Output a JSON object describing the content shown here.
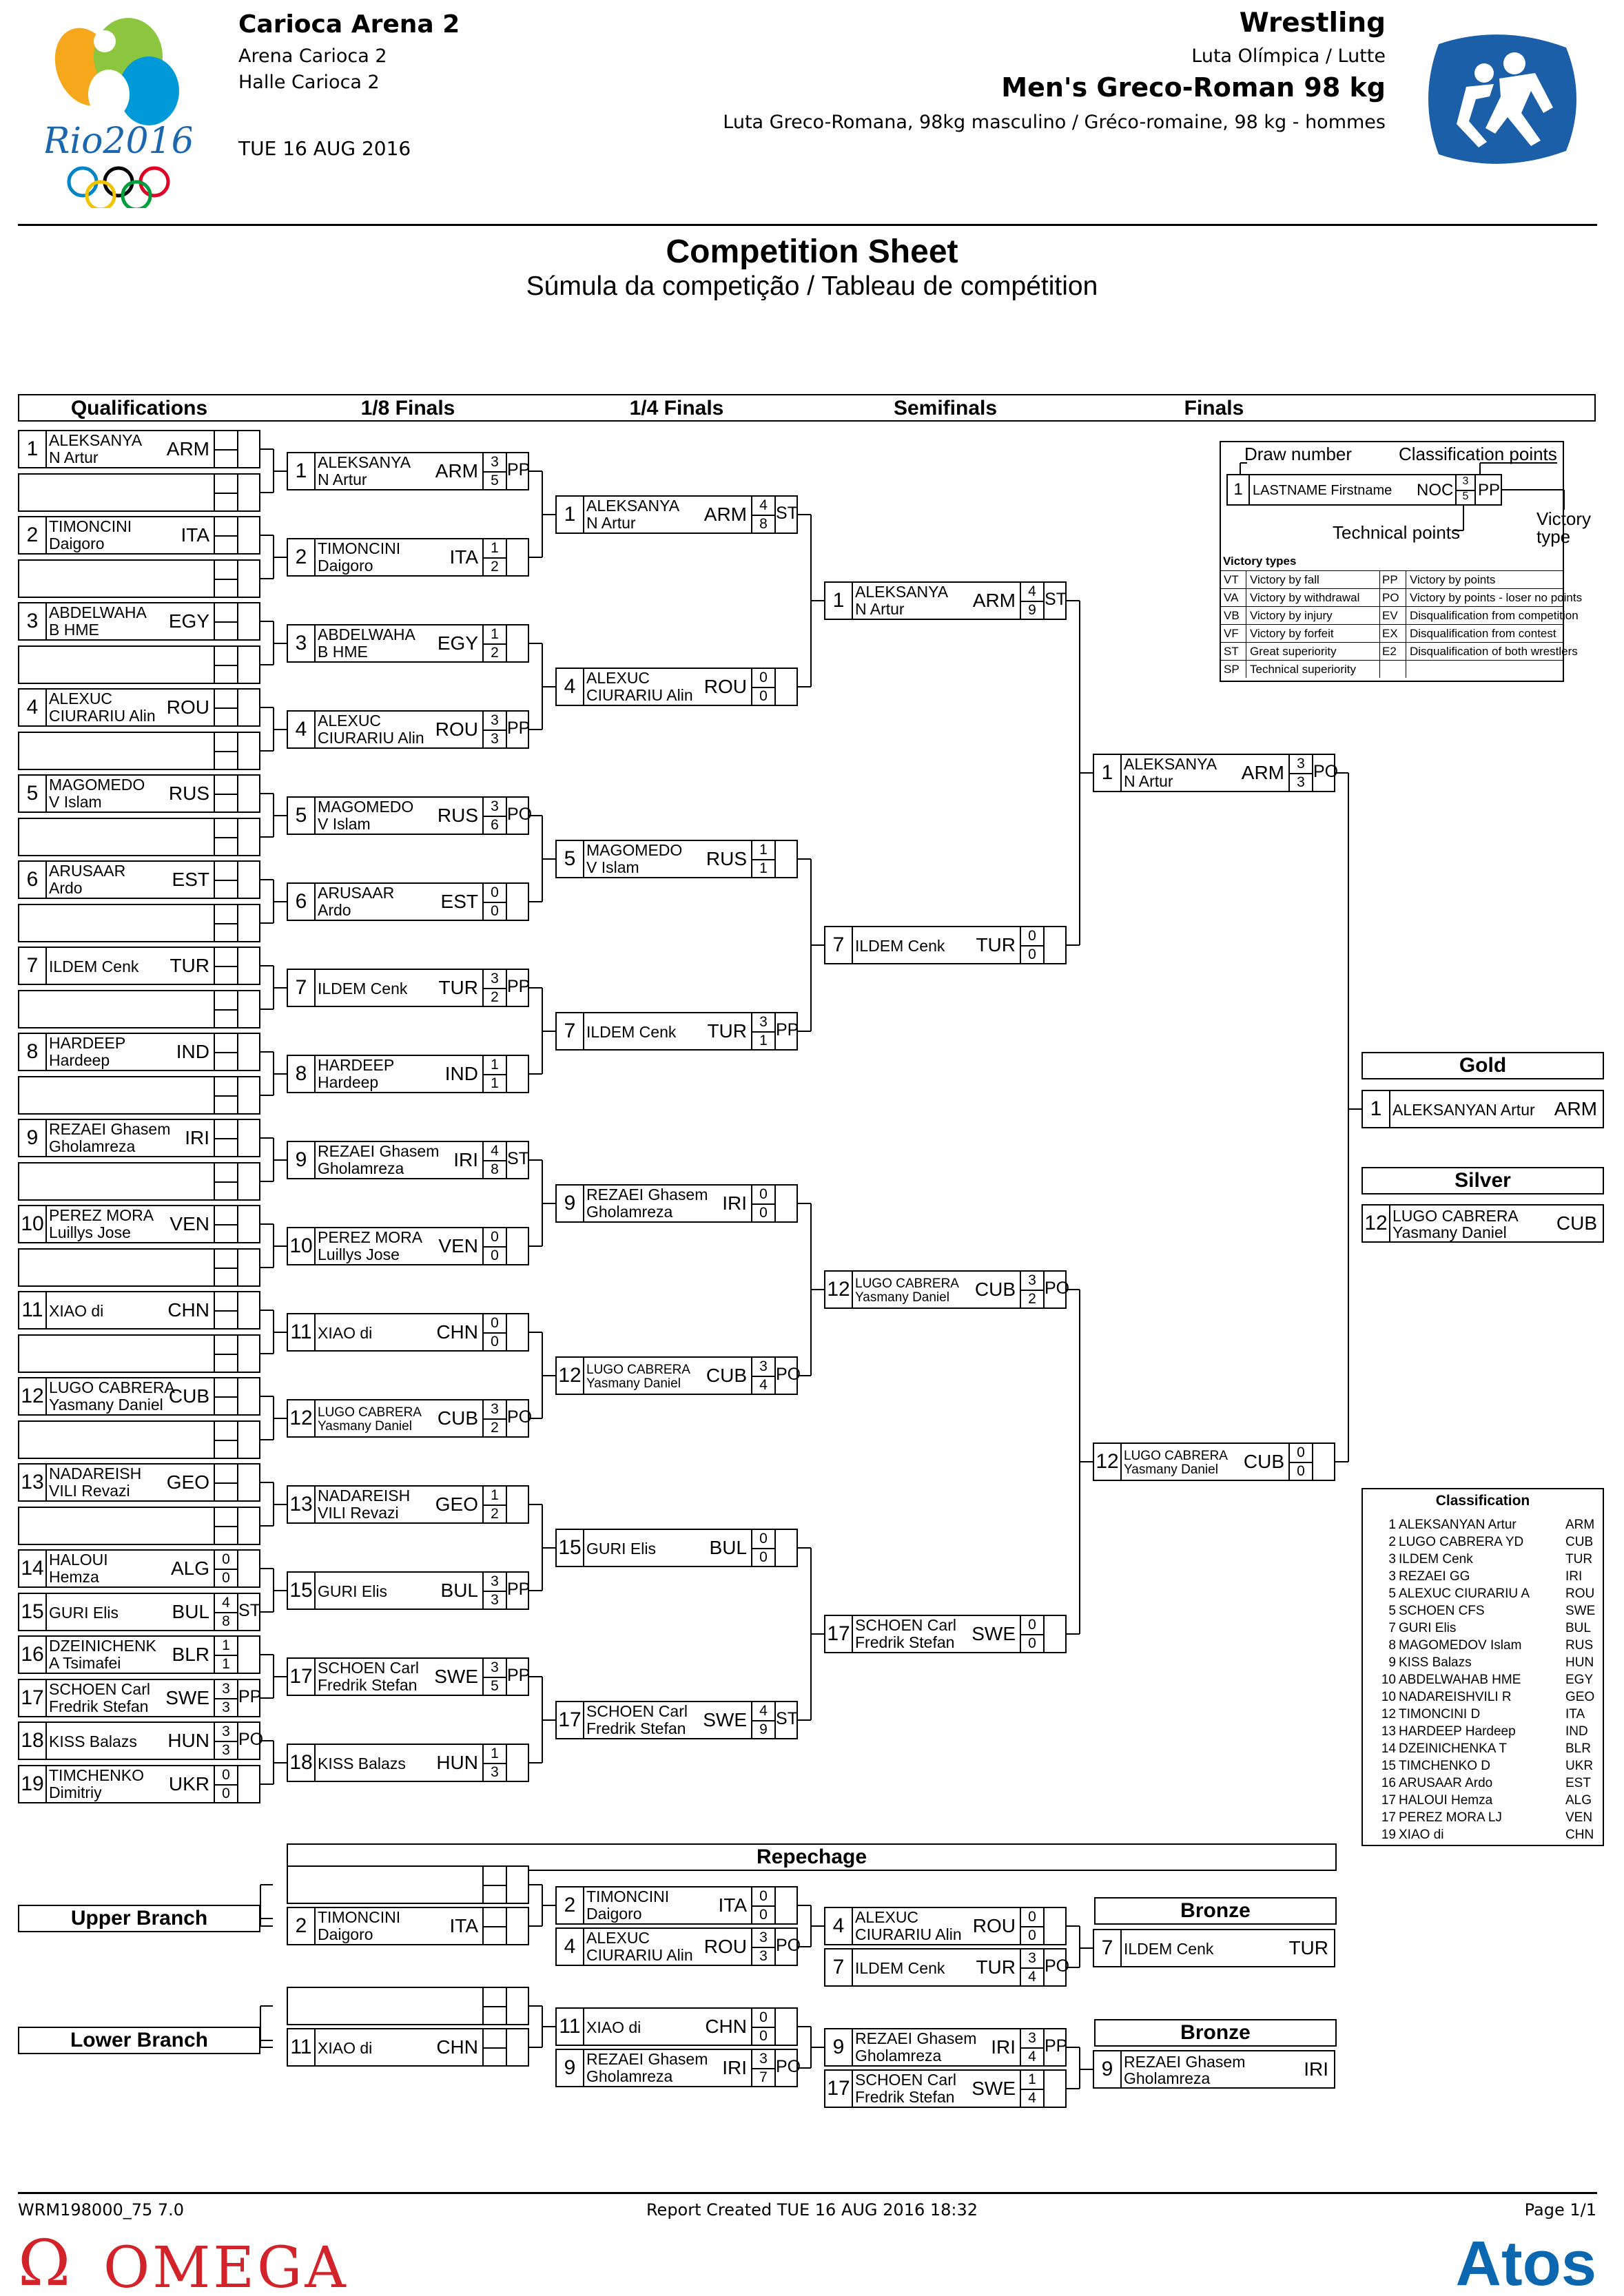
{
  "header": {
    "venue": "Carioca Arena 2",
    "venue_pt": "Arena Carioca 2",
    "venue_fr": "Halle Carioca 2",
    "date": "TUE 16 AUG 2016",
    "sport": "Wrestling",
    "sport_alt": "Luta Olímpica / Lutte",
    "event": "Men's Greco-Roman 98 kg",
    "event_alt": "Luta Greco-Romana, 98kg masculino / Gréco-romaine, 98 kg - hommes",
    "logo_text": "Rio2016"
  },
  "title": "Competition Sheet",
  "subtitle": "Súmula da competição / Tableau de compétition",
  "rounds": [
    "Qualifications",
    "1/8 Finals",
    "1/4 Finals",
    "Semifinals",
    "Finals"
  ],
  "qualifications": [
    {
      "num": "1",
      "l1": "ALEKSANYA",
      "l2": "N Artur",
      "noc": "ARM"
    },
    {
      "blank": true
    },
    {
      "num": "2",
      "l1": "TIMONCINI",
      "l2": "Daigoro",
      "noc": "ITA"
    },
    {
      "blank": true
    },
    {
      "num": "3",
      "l1": "ABDELWAHA",
      "l2": "B HME",
      "noc": "EGY"
    },
    {
      "blank": true
    },
    {
      "num": "4",
      "l1": "ALEXUC",
      "l2": "CIURARIU Alin",
      "noc": "ROU"
    },
    {
      "blank": true
    },
    {
      "num": "5",
      "l1": "MAGOMEDO",
      "l2": "V Islam",
      "noc": "RUS"
    },
    {
      "blank": true
    },
    {
      "num": "6",
      "l1": "ARUSAAR",
      "l2": "Ardo",
      "noc": "EST"
    },
    {
      "blank": true
    },
    {
      "num": "7",
      "l1": "ILDEM Cenk",
      "l2": "",
      "noc": "TUR"
    },
    {
      "blank": true
    },
    {
      "num": "8",
      "l1": "HARDEEP",
      "l2": "Hardeep",
      "noc": "IND"
    },
    {
      "blank": true
    },
    {
      "num": "9",
      "l1": "REZAEI Ghasem",
      "l2": "Gholamreza",
      "noc": "IRI"
    },
    {
      "blank": true
    },
    {
      "num": "10",
      "l1": "PEREZ MORA",
      "l2": "Luillys Jose",
      "noc": "VEN"
    },
    {
      "blank": true
    },
    {
      "num": "11",
      "l1": "XIAO di",
      "l2": "",
      "noc": "CHN"
    },
    {
      "blank": true
    },
    {
      "num": "12",
      "l1": "LUGO CABRERA",
      "l2": "Yasmany Daniel",
      "noc": "CUB"
    },
    {
      "blank": true
    },
    {
      "num": "13",
      "l1": "NADAREISH",
      "l2": "VILI Revazi",
      "noc": "GEO"
    },
    {
      "blank": true
    },
    {
      "num": "14",
      "l1": "HALOUI",
      "l2": "Hemza",
      "noc": "ALG",
      "s1": "0",
      "s2": "0",
      "vt": ""
    },
    {
      "num": "15",
      "l1": "GURI Elis",
      "l2": "",
      "noc": "BUL",
      "s1": "4",
      "s2": "8",
      "vt": "ST"
    },
    {
      "num": "16",
      "l1": "DZEINICHENK",
      "l2": "A Tsimafei",
      "noc": "BLR",
      "s1": "1",
      "s2": "1",
      "vt": ""
    },
    {
      "num": "17",
      "l1": "SCHOEN Carl",
      "l2": "Fredrik Stefan",
      "noc": "SWE",
      "s1": "3",
      "s2": "3",
      "vt": "PP"
    },
    {
      "num": "18",
      "l1": "KISS Balazs",
      "l2": "",
      "noc": "HUN",
      "s1": "3",
      "s2": "3",
      "vt": "PO"
    },
    {
      "num": "19",
      "l1": "TIMCHENKO",
      "l2": "Dimitriy",
      "noc": "UKR",
      "s1": "0",
      "s2": "0",
      "vt": ""
    }
  ],
  "eighth": [
    {
      "num": "1",
      "l1": "ALEKSANYA",
      "l2": "N Artur",
      "noc": "ARM",
      "s1": "3",
      "s2": "5",
      "vt": "PP"
    },
    {
      "num": "2",
      "l1": "TIMONCINI",
      "l2": "Daigoro",
      "noc": "ITA",
      "s1": "1",
      "s2": "2",
      "vt": ""
    },
    {
      "num": "3",
      "l1": "ABDELWAHA",
      "l2": "B HME",
      "noc": "EGY",
      "s1": "1",
      "s2": "2",
      "vt": ""
    },
    {
      "num": "4",
      "l1": "ALEXUC",
      "l2": "CIURARIU Alin",
      "noc": "ROU",
      "s1": "3",
      "s2": "3",
      "vt": "PP"
    },
    {
      "num": "5",
      "l1": "MAGOMEDO",
      "l2": "V Islam",
      "noc": "RUS",
      "s1": "3",
      "s2": "6",
      "vt": "PO"
    },
    {
      "num": "6",
      "l1": "ARUSAAR",
      "l2": "Ardo",
      "noc": "EST",
      "s1": "0",
      "s2": "0",
      "vt": ""
    },
    {
      "num": "7",
      "l1": "ILDEM Cenk",
      "l2": "",
      "noc": "TUR",
      "s1": "3",
      "s2": "2",
      "vt": "PP"
    },
    {
      "num": "8",
      "l1": "HARDEEP",
      "l2": "Hardeep",
      "noc": "IND",
      "s1": "1",
      "s2": "1",
      "vt": ""
    },
    {
      "num": "9",
      "l1": "REZAEI Ghasem",
      "l2": "Gholamreza",
      "noc": "IRI",
      "s1": "4",
      "s2": "8",
      "vt": "ST"
    },
    {
      "num": "10",
      "l1": "PEREZ MORA",
      "l2": "Luillys Jose",
      "noc": "VEN",
      "s1": "0",
      "s2": "0",
      "vt": ""
    },
    {
      "num": "11",
      "l1": "XIAO di",
      "l2": "",
      "noc": "CHN",
      "s1": "0",
      "s2": "0",
      "vt": ""
    },
    {
      "num": "12",
      "l1": "LUGO CABRERA",
      "l2": "Yasmany Daniel",
      "noc": "CUB",
      "s1": "3",
      "s2": "2",
      "vt": "PO",
      "small": true
    },
    {
      "num": "13",
      "l1": "NADAREISH",
      "l2": "VILI Revazi",
      "noc": "GEO",
      "s1": "1",
      "s2": "2",
      "vt": ""
    },
    {
      "num": "15",
      "l1": "GURI Elis",
      "l2": "",
      "noc": "BUL",
      "s1": "3",
      "s2": "3",
      "vt": "PP"
    },
    {
      "num": "17",
      "l1": "SCHOEN Carl",
      "l2": "Fredrik Stefan",
      "noc": "SWE",
      "s1": "3",
      "s2": "5",
      "vt": "PP"
    },
    {
      "num": "18",
      "l1": "KISS Balazs",
      "l2": "",
      "noc": "HUN",
      "s1": "1",
      "s2": "3",
      "vt": ""
    }
  ],
  "quarter": [
    {
      "num": "1",
      "l1": "ALEKSANYA",
      "l2": "N Artur",
      "noc": "ARM",
      "s1": "4",
      "s2": "8",
      "vt": "ST"
    },
    {
      "num": "4",
      "l1": "ALEXUC",
      "l2": "CIURARIU Alin",
      "noc": "ROU",
      "s1": "0",
      "s2": "0",
      "vt": ""
    },
    {
      "num": "5",
      "l1": "MAGOMEDO",
      "l2": "V Islam",
      "noc": "RUS",
      "s1": "1",
      "s2": "1",
      "vt": ""
    },
    {
      "num": "7",
      "l1": "ILDEM Cenk",
      "l2": "",
      "noc": "TUR",
      "s1": "3",
      "s2": "1",
      "vt": "PP"
    },
    {
      "num": "9",
      "l1": "REZAEI Ghasem",
      "l2": "Gholamreza",
      "noc": "IRI",
      "s1": "0",
      "s2": "0",
      "vt": ""
    },
    {
      "num": "12",
      "l1": "LUGO CABRERA",
      "l2": "Yasmany Daniel",
      "noc": "CUB",
      "s1": "3",
      "s2": "4",
      "vt": "PO",
      "small": true
    },
    {
      "num": "15",
      "l1": "GURI Elis",
      "l2": "",
      "noc": "BUL",
      "s1": "0",
      "s2": "0",
      "vt": ""
    },
    {
      "num": "17",
      "l1": "SCHOEN Carl",
      "l2": "Fredrik Stefan",
      "noc": "SWE",
      "s1": "4",
      "s2": "9",
      "vt": "ST"
    }
  ],
  "semi": [
    {
      "num": "1",
      "l1": "ALEKSANYA",
      "l2": "N Artur",
      "noc": "ARM",
      "s1": "4",
      "s2": "9",
      "vt": "ST"
    },
    {
      "num": "7",
      "l1": "ILDEM Cenk",
      "l2": "",
      "noc": "TUR",
      "s1": "0",
      "s2": "0",
      "vt": ""
    },
    {
      "num": "12",
      "l1": "LUGO CABRERA",
      "l2": "Yasmany Daniel",
      "noc": "CUB",
      "s1": "3",
      "s2": "2",
      "vt": "PO",
      "small": true
    },
    {
      "num": "17",
      "l1": "SCHOEN Carl",
      "l2": "Fredrik Stefan",
      "noc": "SWE",
      "s1": "0",
      "s2": "0",
      "vt": ""
    }
  ],
  "final": [
    {
      "num": "1",
      "l1": "ALEKSANYA",
      "l2": "N Artur",
      "noc": "ARM",
      "s1": "3",
      "s2": "3",
      "vt": "PO"
    },
    {
      "num": "12",
      "l1": "LUGO CABRERA",
      "l2": "Yasmany Daniel",
      "noc": "CUB",
      "s1": "0",
      "s2": "0",
      "vt": "",
      "small": true
    }
  ],
  "medals": {
    "gold_label": "Gold",
    "gold": {
      "num": "1",
      "name": "ALEKSANYAN Artur",
      "noc": "ARM"
    },
    "silver_label": "Silver",
    "silver": {
      "num": "12",
      "l1": "LUGO CABRERA",
      "l2": "Yasmany Daniel",
      "noc": "CUB"
    }
  },
  "legend": {
    "draw_number": "Draw number",
    "classification_points": "Classification points",
    "example": {
      "num": "1",
      "name": "LASTNAME Firstname",
      "noc": "NOC",
      "s1": "3",
      "s2": "5",
      "vt": "PP"
    },
    "technical_points": "Technical points",
    "victory_type_l1": "Victory",
    "victory_type_l2": "type",
    "victory_types_title": "Victory types",
    "rows": [
      [
        "VT",
        "Victory by fall",
        "PP",
        "Victory by points"
      ],
      [
        "VA",
        "Victory by withdrawal",
        "PO",
        "Victory by points - loser no points"
      ],
      [
        "VB",
        "Victory by injury",
        "EV",
        "Disqualification from competition"
      ],
      [
        "VF",
        "Victory by forfeit",
        "EX",
        "Disqualification from contest"
      ],
      [
        "ST",
        "Great superiority",
        "E2",
        "Disqualification of both wrestlers"
      ],
      [
        "SP",
        "Technical superiority",
        "",
        ""
      ]
    ]
  },
  "classification": {
    "title": "Classification",
    "rows": [
      {
        "rank": "1",
        "name": "ALEKSANYAN Artur",
        "noc": "ARM"
      },
      {
        "rank": "2",
        "name": "LUGO CABRERA YD",
        "noc": "CUB"
      },
      {
        "rank": "3",
        "name": "ILDEM Cenk",
        "noc": "TUR"
      },
      {
        "rank": "3",
        "name": "REZAEI GG",
        "noc": "IRI"
      },
      {
        "rank": "5",
        "name": "ALEXUC CIURARIU A",
        "noc": "ROU"
      },
      {
        "rank": "5",
        "name": "SCHOEN CFS",
        "noc": "SWE"
      },
      {
        "rank": "7",
        "name": "GURI Elis",
        "noc": "BUL"
      },
      {
        "rank": "8",
        "name": "MAGOMEDOV Islam",
        "noc": "RUS"
      },
      {
        "rank": "9",
        "name": "KISS Balazs",
        "noc": "HUN"
      },
      {
        "rank": "10",
        "name": "ABDELWAHAB HME",
        "noc": "EGY"
      },
      {
        "rank": "10",
        "name": "NADAREISHVILI R",
        "noc": "GEO"
      },
      {
        "rank": "12",
        "name": "TIMONCINI D",
        "noc": "ITA"
      },
      {
        "rank": "13",
        "name": "HARDEEP Hardeep",
        "noc": "IND"
      },
      {
        "rank": "14",
        "name": "DZEINICHENKA T",
        "noc": "BLR"
      },
      {
        "rank": "15",
        "name": "TIMCHENKO D",
        "noc": "UKR"
      },
      {
        "rank": "16",
        "name": "ARUSAAR Ardo",
        "noc": "EST"
      },
      {
        "rank": "17",
        "name": "HALOUI Hemza",
        "noc": "ALG"
      },
      {
        "rank": "17",
        "name": "PEREZ MORA LJ",
        "noc": "VEN"
      },
      {
        "rank": "19",
        "name": "XIAO di",
        "noc": "CHN"
      }
    ]
  },
  "repechage": {
    "title": "Repechage",
    "upper_label": "Upper Branch",
    "lower_label": "Lower Branch",
    "bronze_label": "Bronze",
    "upper_r1": [
      {
        "blank": true
      },
      {
        "num": "2",
        "l1": "TIMONCINI",
        "l2": "Daigoro",
        "noc": "ITA"
      }
    ],
    "upper_r2": [
      {
        "num": "2",
        "l1": "TIMONCINI",
        "l2": "Daigoro",
        "noc": "ITA",
        "s1": "0",
        "s2": "0",
        "vt": ""
      },
      {
        "num": "4",
        "l1": "ALEXUC",
        "l2": "CIURARIU Alin",
        "noc": "ROU",
        "s1": "3",
        "s2": "3",
        "vt": "PO"
      }
    ],
    "upper_r3": [
      {
        "num": "4",
        "l1": "ALEXUC",
        "l2": "CIURARIU Alin",
        "noc": "ROU",
        "s1": "0",
        "s2": "0",
        "vt": ""
      },
      {
        "num": "7",
        "l1": "ILDEM Cenk",
        "l2": "",
        "noc": "TUR",
        "s1": "3",
        "s2": "4",
        "vt": "PO"
      }
    ],
    "upper_bronze": {
      "num": "7",
      "l1": "ILDEM Cenk",
      "l2": "",
      "noc": "TUR"
    },
    "lower_r1": [
      {
        "blank": true
      },
      {
        "num": "11",
        "l1": "XIAO di",
        "l2": "",
        "noc": "CHN"
      }
    ],
    "lower_r2": [
      {
        "num": "11",
        "l1": "XIAO di",
        "l2": "",
        "noc": "CHN",
        "s1": "0",
        "s2": "0",
        "vt": ""
      },
      {
        "num": "9",
        "l1": "REZAEI Ghasem",
        "l2": "Gholamreza",
        "noc": "IRI",
        "s1": "3",
        "s2": "7",
        "vt": "PO"
      }
    ],
    "lower_r3": [
      {
        "num": "9",
        "l1": "REZAEI Ghasem",
        "l2": "Gholamreza",
        "noc": "IRI",
        "s1": "3",
        "s2": "4",
        "vt": "PP"
      },
      {
        "num": "17",
        "l1": "SCHOEN Carl",
        "l2": "Fredrik Stefan",
        "noc": "SWE",
        "s1": "1",
        "s2": "4",
        "vt": ""
      }
    ],
    "lower_bronze": {
      "num": "9",
      "l1": "REZAEI Ghasem",
      "l2": "Gholamreza",
      "noc": "IRI"
    }
  },
  "footer": {
    "code": "WRM198000_75 7.0",
    "report": "Report Created  TUE 16 AUG 2016 18:32",
    "page": "Page  1/1",
    "omega": "OMEGA",
    "atos": "Atos"
  }
}
